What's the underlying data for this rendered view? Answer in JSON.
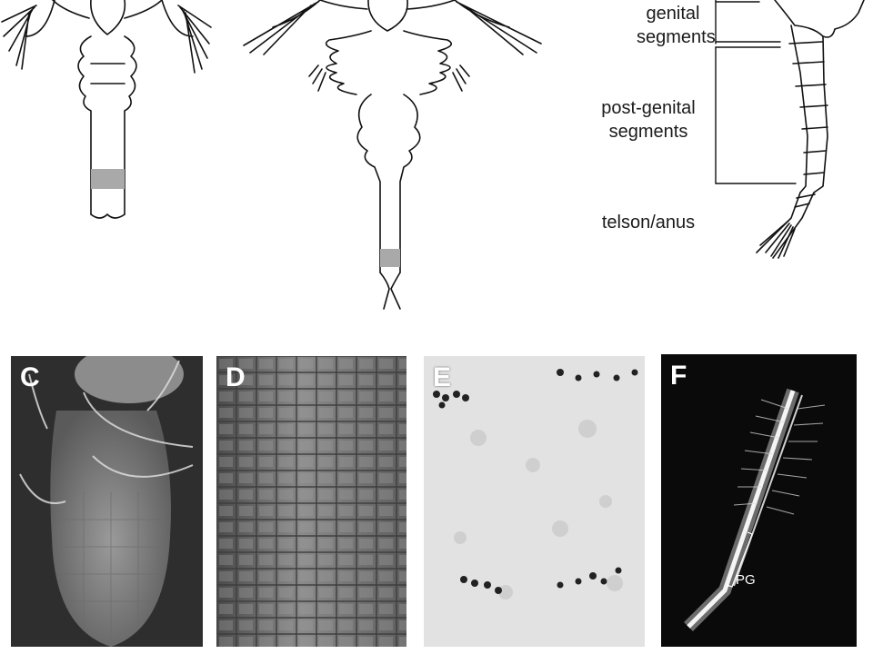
{
  "figure": {
    "segment_labels": [
      {
        "key": "genital",
        "lines": [
          "genital",
          "segments"
        ]
      },
      {
        "key": "post_genital",
        "lines": [
          "post-genital",
          "segments"
        ]
      },
      {
        "key": "telson",
        "lines": [
          "telson/anus"
        ]
      }
    ],
    "panels": [
      {
        "letter": "C",
        "kind": "sem-abdomen"
      },
      {
        "letter": "D",
        "kind": "sem-surface"
      },
      {
        "letter": "E",
        "kind": "stained-tissue"
      },
      {
        "letter": "F",
        "kind": "darkfield-larva",
        "annotation": "PG"
      }
    ],
    "colors": {
      "highlight": "#a9a9a9",
      "sem_gray": "#7a7a7a",
      "stain_bg": "#e4e4e4",
      "darkfield_bg": "#0a0a0a"
    }
  }
}
